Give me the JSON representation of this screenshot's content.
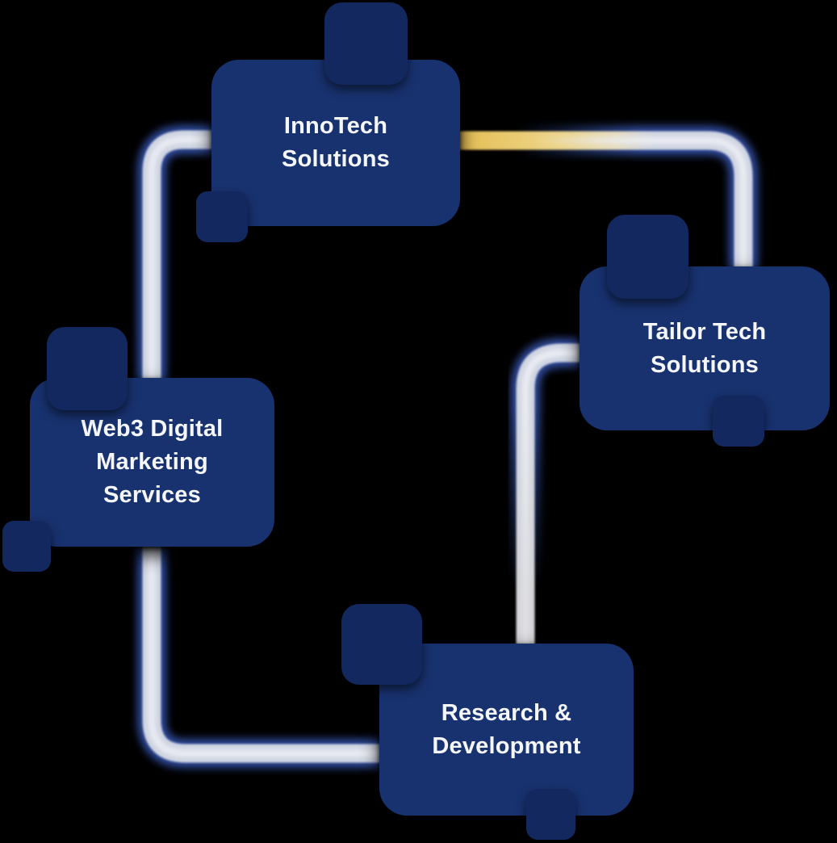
{
  "diagram": {
    "title": "Business relationship flowchart",
    "nodes": [
      {
        "id": "innotech",
        "label": "InnoTech\nSolutions"
      },
      {
        "id": "tailor",
        "label": "Tailor Tech\nSolutions"
      },
      {
        "id": "web3",
        "label": "Web3 Digital\nMarketing\nServices"
      },
      {
        "id": "rnd",
        "label": "Research &\nDevelopment"
      }
    ],
    "connectors": [
      {
        "id": "innotech-to-tailor",
        "from": "InnoTech Solutions",
        "to": "Tailor Tech Solutions",
        "style": "gold fading to silver pipe"
      },
      {
        "id": "innotech-to-rnd",
        "from": "InnoTech Solutions",
        "to": "Research & Development",
        "via": "passes behind Web3 Digital Marketing Services",
        "style": "silver pipe with blue glow"
      },
      {
        "id": "tailor-to-rnd",
        "from": "Tailor Tech Solutions",
        "to": "Research & Development",
        "style": "silver pipe with blue glow fading to plain grey"
      }
    ],
    "colors": {
      "background": "#000000",
      "node-fill": "#18326f",
      "tab-fill": "#13285f",
      "label-color": "#f5f6fa",
      "pipe-core": "#cfd4e2",
      "pipe-core-light": "#edeff4",
      "pipe-glow": "#3350a5",
      "pipe-gold": "#e5be53",
      "pipe-silver": "#d3d3d6"
    }
  }
}
